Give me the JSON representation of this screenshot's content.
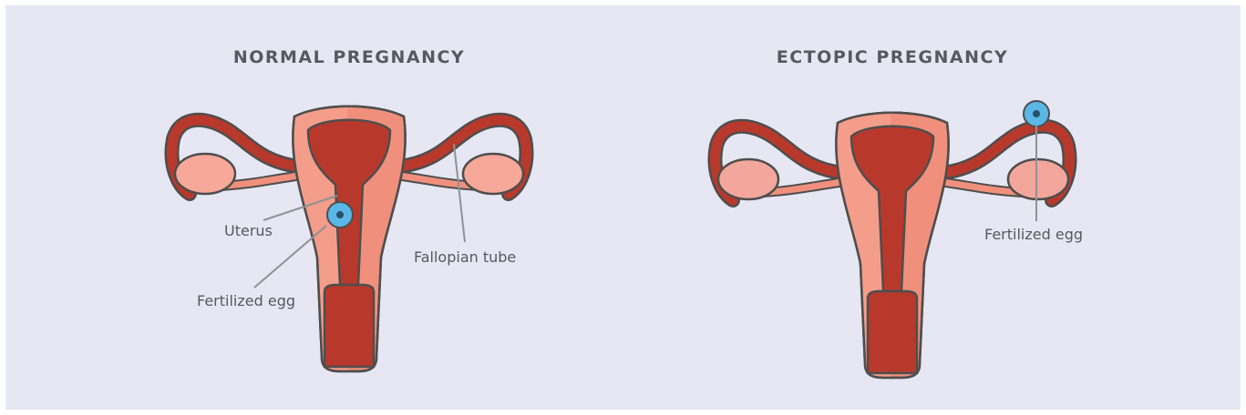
{
  "colors": {
    "background": "#e6e7f3",
    "uterus_outer": "#f0907c",
    "uterus_inner": "#b8392b",
    "ovary": "#f7a898",
    "ovary_ectopic": "#f3a79c",
    "outline": "#4e4e4e",
    "egg": "#59b8e6",
    "egg_nucleus": "#2b4f6a",
    "leader": "#8f9296",
    "label_text": "#55595f",
    "title_text": "#555a61"
  },
  "panels": {
    "normal": {
      "title": "NORMAL PREGNANCY",
      "labels": {
        "uterus": "Uterus",
        "fertilized_egg": "Fertilized egg",
        "fallopian_tube": "Fallopian tube"
      }
    },
    "ectopic": {
      "title": "ECTOPIC PREGNANCY",
      "labels": {
        "fertilized_egg": "Fertilized egg"
      }
    }
  }
}
